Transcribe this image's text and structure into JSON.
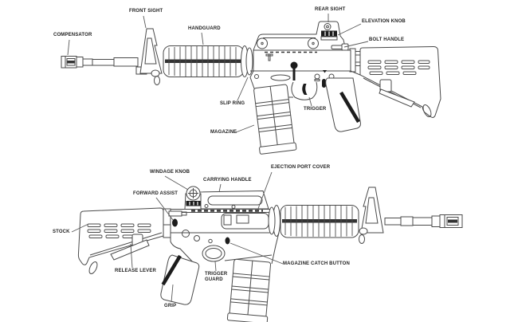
{
  "colors": {
    "background": "#ffffff",
    "line": "#4a4a4a",
    "dark_fill": "#1c1c1c"
  },
  "labels": {
    "compensator": "COMPENSATOR",
    "front_sight": "FRONT SIGHT",
    "handguard": "HANDGUARD",
    "rear_sight": "REAR SIGHT",
    "elevation_knob": "ELEVATION KNOB",
    "bolt_handle": "BOLT HANDLE",
    "slip_ring": "SLIP RING",
    "trigger": "TRIGGER",
    "magazine": "MAGAZINE",
    "windage_knob": "WINDAGE KNOB",
    "carrying_handle": "CARRYING HANDLE",
    "forward_assist": "FORWARD ASSIST",
    "ejection_port_cover": "EJECTION PORT COVER",
    "stock": "STOCK",
    "release_lever": "RELEASE LEVER",
    "trigger_guard": "TRIGGER GUARD",
    "grip": "GRIP",
    "magazine_catch_button": "MAGAZINE CATCH BUTTON"
  }
}
